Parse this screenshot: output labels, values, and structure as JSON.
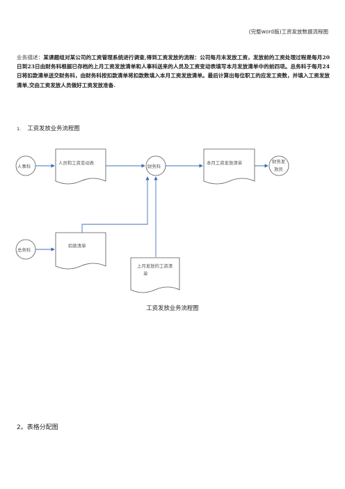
{
  "header": {
    "title": "(完整word版)工资发放数据流程图"
  },
  "description": {
    "label": "业务描述：",
    "text": "某课题组对某公司的工资管理系统进行调查,得到工资发放的流程：公司每月末发放工资，发放前的工资处理过程是每月20日到23日由财务科根据已存档的上月工资发放清单和人事科送来的人员及工资变动表填写本月发放清单中的前四项。总务科于每月24日将扣款清单送交财务科，由财务科按扣款清单将扣款数填入本月工资发放清单。最后计算出每位职工的应发工资数，并填入工资发放清单,交由工资发放人员做好工资发放准备."
  },
  "section1": {
    "number": "1.",
    "title": "工资发放业务流程图"
  },
  "diagram": {
    "personnel": "人事科",
    "change_form": "人员和工资变动表",
    "finance": "财务科",
    "this_month_list": "本月工资发放清单",
    "payroll_staff_line1": "财务发",
    "payroll_staff_line2": "放员",
    "general_affairs": "总务科",
    "deduction_list": "扣款清单",
    "last_month_line1": "上月发放的工资清",
    "last_month_line2": "单"
  },
  "caption": "工资发放业务流程图",
  "section2": {
    "title": "2。表格分配图"
  }
}
